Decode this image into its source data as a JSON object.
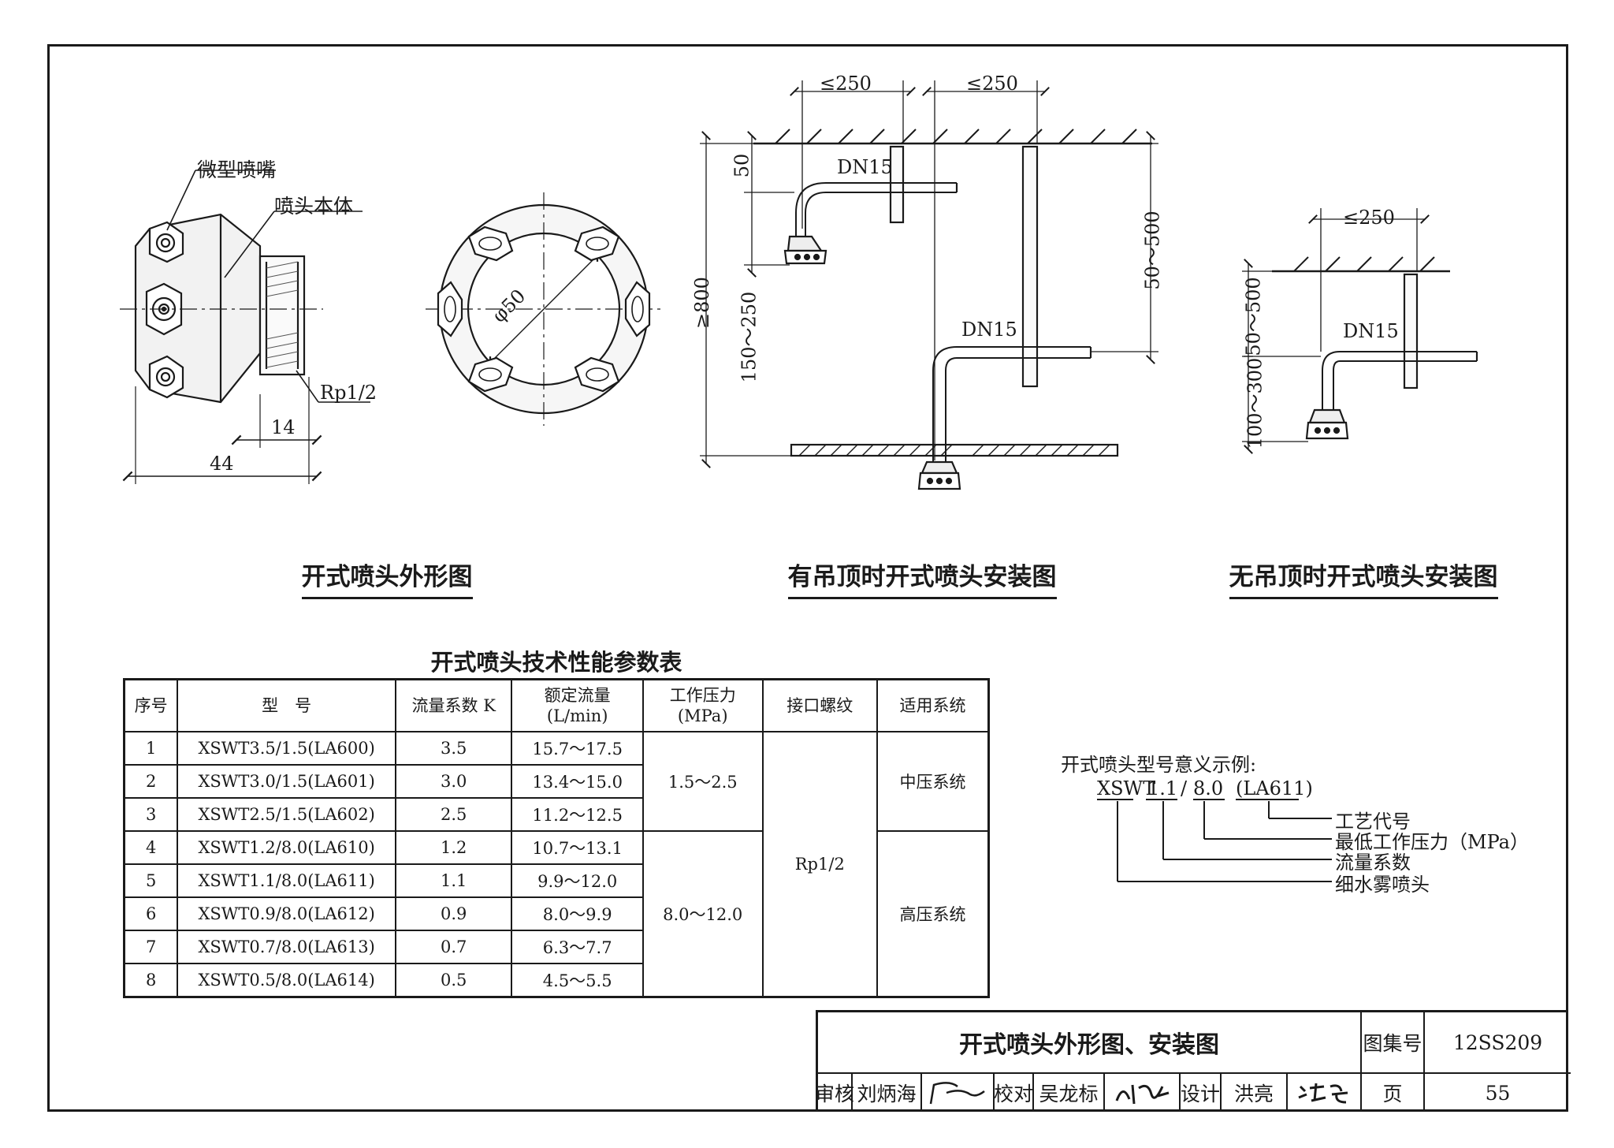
{
  "figures": {
    "nozzle_outline": {
      "title": "开式喷头外形图",
      "label_micro_nozzle": "微型喷嘴",
      "label_body": "喷头本体",
      "label_thread": "Rp1/2",
      "dim_14": "14",
      "dim_44": "44",
      "dim_phi50": "φ50"
    },
    "with_ceiling": {
      "title": "有吊顶时开式喷头安装图",
      "dim_left_250": "≤250",
      "dim_right_250": "≤250",
      "dim_50": "50",
      "dim_150_250": "150～250",
      "dim_800": "≥800",
      "dim_50_500": "50～500",
      "label_dn15_top": "DN15",
      "label_dn15_bottom": "DN15"
    },
    "without_ceiling": {
      "title": "无吊顶时开式喷头安装图",
      "dim_250": "≤250",
      "dim_50_500": "50～500",
      "dim_100_300": "100～300",
      "label_dn15": "DN15"
    }
  },
  "spec_table": {
    "title": "开式喷头技术性能参数表",
    "headers": {
      "seq": "序号",
      "model": "型　号",
      "k": "流量系数 K",
      "flow": "额定流量",
      "flow_unit": "(L/min)",
      "pressure": "工作压力",
      "pressure_unit": "(MPa)",
      "thread": "接口螺纹",
      "system": "适用系统"
    },
    "rows": [
      {
        "seq": "1",
        "model": "XSWT3.5/1.5(LA600)",
        "k": "3.5",
        "flow": "15.7～17.5"
      },
      {
        "seq": "2",
        "model": "XSWT3.0/1.5(LA601)",
        "k": "3.0",
        "flow": "13.4～15.0"
      },
      {
        "seq": "3",
        "model": "XSWT2.5/1.5(LA602)",
        "k": "2.5",
        "flow": "11.2～12.5"
      },
      {
        "seq": "4",
        "model": "XSWT1.2/8.0(LA610)",
        "k": "1.2",
        "flow": "10.7～13.1"
      },
      {
        "seq": "5",
        "model": "XSWT1.1/8.0(LA611)",
        "k": "1.1",
        "flow": "9.9～12.0"
      },
      {
        "seq": "6",
        "model": "XSWT0.9/8.0(LA612)",
        "k": "0.9",
        "flow": "8.0～9.9"
      },
      {
        "seq": "7",
        "model": "XSWT0.7/8.0(LA613)",
        "k": "0.7",
        "flow": "6.3～7.7"
      },
      {
        "seq": "8",
        "model": "XSWT0.5/8.0(LA614)",
        "k": "0.5",
        "flow": "4.5～5.5"
      }
    ],
    "pressure_mid": "1.5～2.5",
    "pressure_high": "8.0～12.0",
    "thread_all": "Rp1/2",
    "system_mid": "中压系统",
    "system_high": "高压系统"
  },
  "model_meaning": {
    "title": "开式喷头型号意义示例:",
    "code_xswt": "XSWT",
    "code_k": "1.1",
    "code_slash": "/",
    "code_p": "8.0",
    "code_la": "(LA611)",
    "item_process": "工艺代号",
    "item_pressure": "最低工作压力（MPa）",
    "item_k": "流量系数",
    "item_type": "细水雾喷头"
  },
  "title_block": {
    "drawing_title": "开式喷头外形图、安装图",
    "atlas_label": "图集号",
    "atlas_no": "12SS209",
    "review_label": "审核",
    "reviewer": "刘炳海",
    "check_label": "校对",
    "checker": "吴龙标",
    "design_label": "设计",
    "designer": "洪亮",
    "page_label": "页",
    "page_no": "55"
  }
}
